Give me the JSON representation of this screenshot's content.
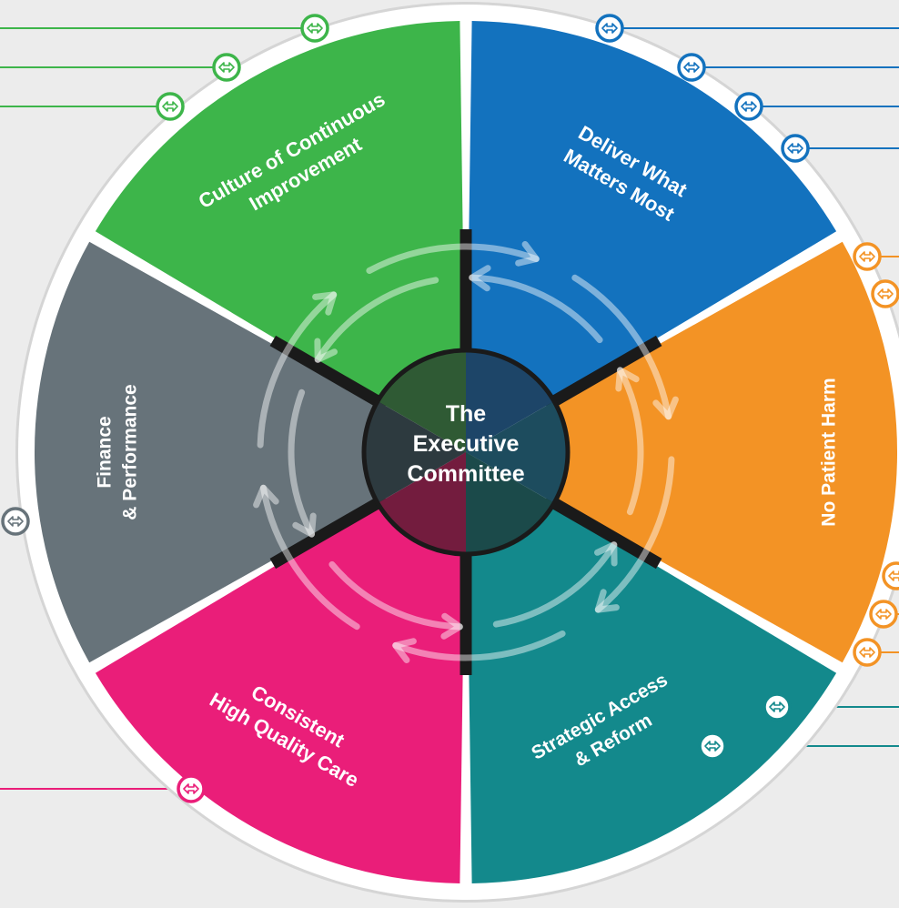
{
  "center": {
    "lines": [
      "The",
      "Executive",
      "Committee"
    ]
  },
  "colors": {
    "background": "#ececec",
    "rim": "#ffffff",
    "green": "#3db54a",
    "blue": "#1372be",
    "orange": "#f39325",
    "teal": "#13898c",
    "pink": "#ea1e79",
    "gray": "#67737a",
    "divider": "#1a1a1a"
  },
  "segments": [
    {
      "id": "culture",
      "color_key": "green",
      "lines": [
        "Culture of Continuous",
        "Improvement"
      ]
    },
    {
      "id": "deliver",
      "color_key": "blue",
      "lines": [
        "Deliver What",
        "Matters Most"
      ]
    },
    {
      "id": "no-harm",
      "color_key": "orange",
      "lines": [
        "No Patient Harm"
      ]
    },
    {
      "id": "strategic",
      "color_key": "teal",
      "lines": [
        "Strategic Access",
        "& Reform"
      ]
    },
    {
      "id": "quality",
      "color_key": "pink",
      "lines": [
        "Consistent",
        "High Quality Care"
      ]
    },
    {
      "id": "finance",
      "color_key": "gray",
      "lines": [
        "Finance",
        "& Performance"
      ]
    }
  ],
  "connector_icon": "double-arrow-icon"
}
